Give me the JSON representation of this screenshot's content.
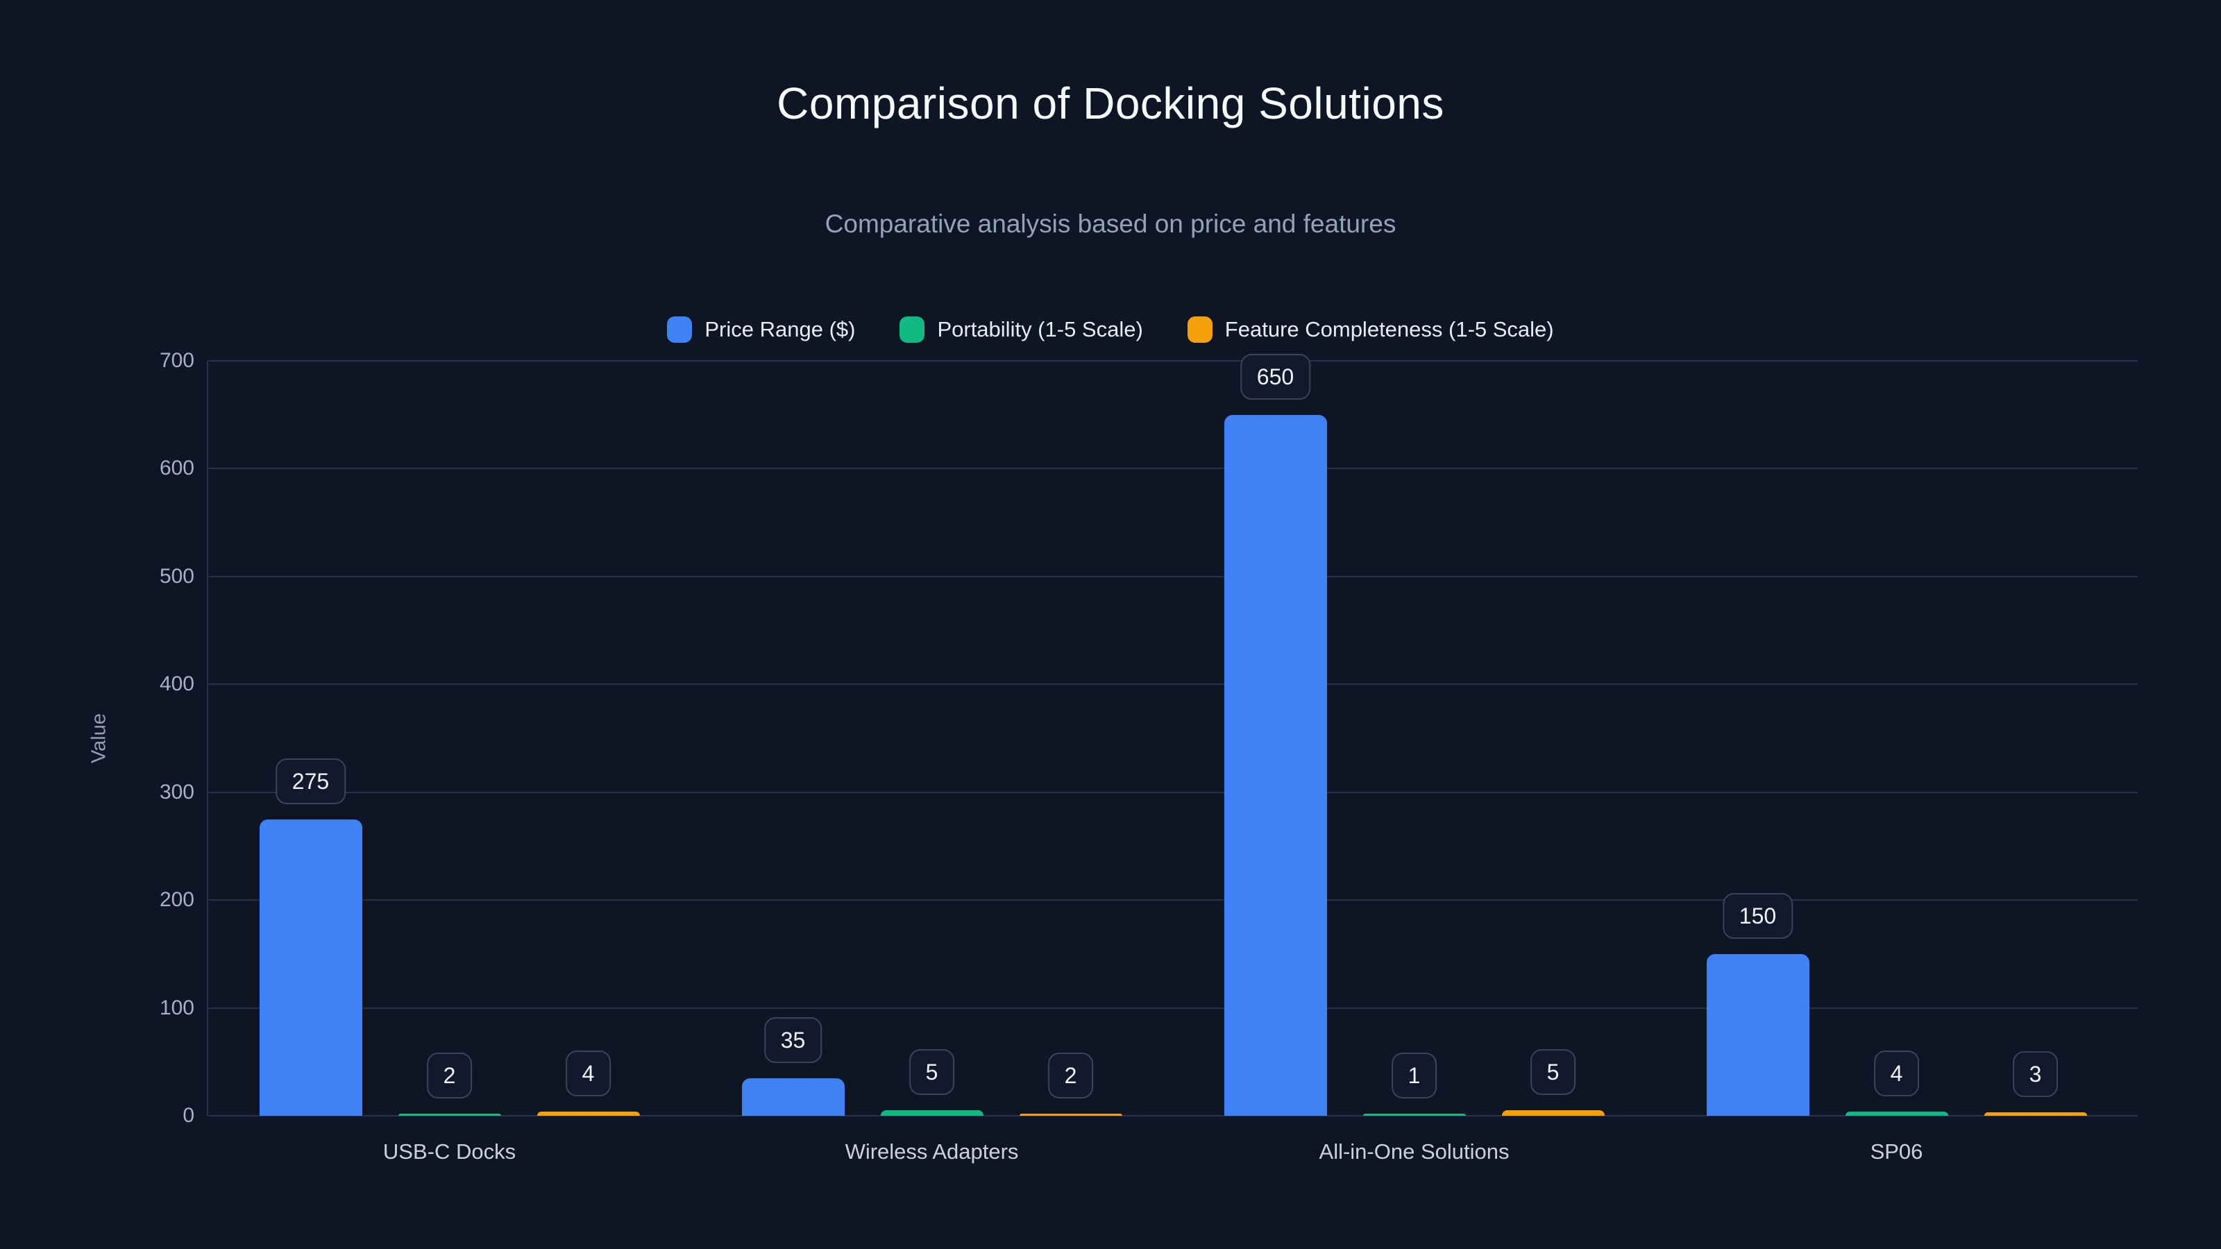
{
  "header": {
    "title": "Comparison of Docking Solutions",
    "subtitle": "Comparative analysis based on price and features"
  },
  "chart_data": {
    "type": "bar",
    "title": "Comparison of Docking Solutions",
    "subtitle": "Comparative analysis based on price and features",
    "categories": [
      "USB-C Docks",
      "Wireless Adapters",
      "All-in-One Solutions",
      "SP06"
    ],
    "series": [
      {
        "name": "Price Range ($)",
        "color": "#3e82f5",
        "values": [
          275,
          35,
          650,
          150
        ]
      },
      {
        "name": "Portability (1-5 Scale)",
        "color": "#10b981",
        "values": [
          2,
          5,
          1,
          4
        ]
      },
      {
        "name": "Feature Completeness (1-5 Scale)",
        "color": "#f5a10b",
        "values": [
          4,
          2,
          5,
          3
        ]
      }
    ],
    "xlabel": "",
    "ylabel": "Value",
    "ylim": [
      0,
      700
    ],
    "yticks": [
      0,
      100,
      200,
      300,
      400,
      500,
      600,
      700
    ],
    "grid": true,
    "legend_position": "top",
    "data_labels": true,
    "background": "#0e1626"
  }
}
